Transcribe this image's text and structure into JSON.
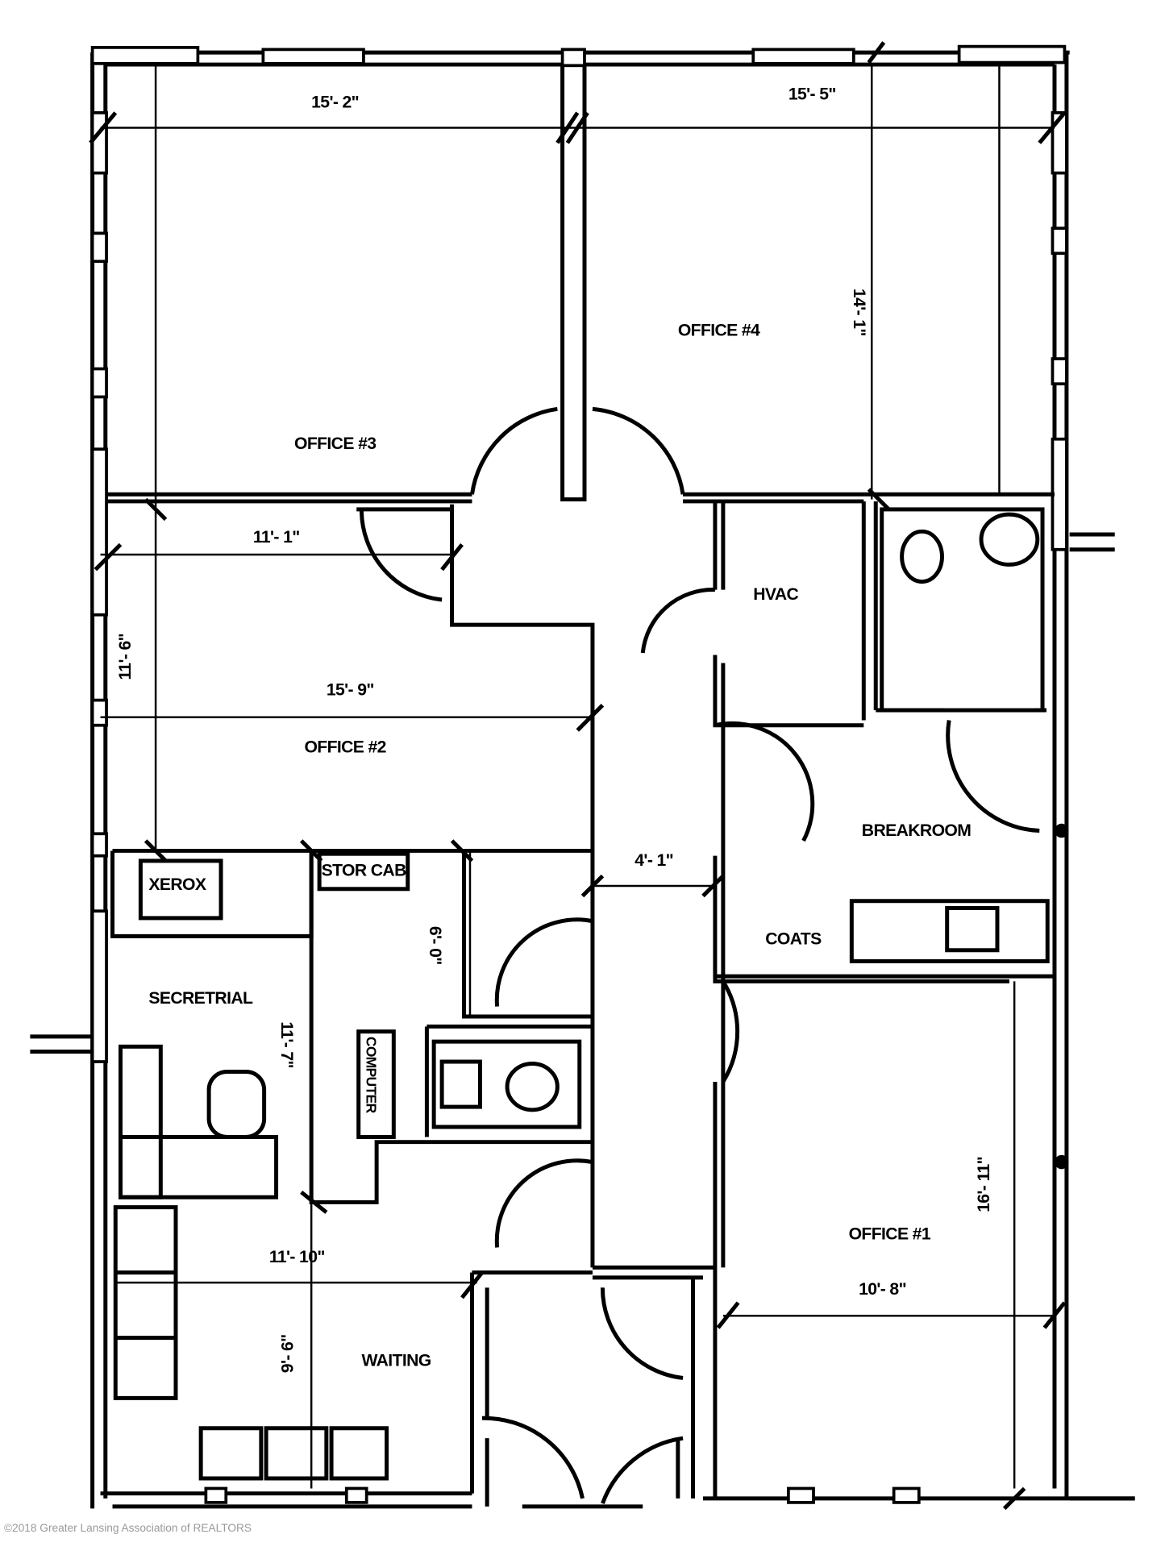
{
  "rooms": {
    "office3": "OFFICE #3",
    "office4": "OFFICE #4",
    "office2": "OFFICE #2",
    "office1": "OFFICE #1",
    "hvac": "HVAC",
    "breakroom": "BREAKROOM",
    "coats": "COATS",
    "xerox": "XEROX",
    "stor_cab": "STOR CAB",
    "secretarial": "SECRETRIAL",
    "computer": "COMPUTER",
    "waiting": "WAITING"
  },
  "dimensions": {
    "office3_width": "15'- 2\"",
    "office4_width": "15'- 5\"",
    "office4_depth": "14'- 1\"",
    "hall_11_1": "11'- 1\"",
    "office2_depth": "11'- 6\"",
    "office2_width": "15'- 9\"",
    "corridor_width": "4'- 1\"",
    "stor_depth": "6'- 0\"",
    "secretarial_depth": "11'- 7\"",
    "waiting_width": "11'- 10\"",
    "waiting_depth": "9'- 6\"",
    "office1_width": "10'- 8\"",
    "office1_depth": "16'- 11\""
  },
  "watermark": "©2018 Greater Lansing Association of REALTORS"
}
